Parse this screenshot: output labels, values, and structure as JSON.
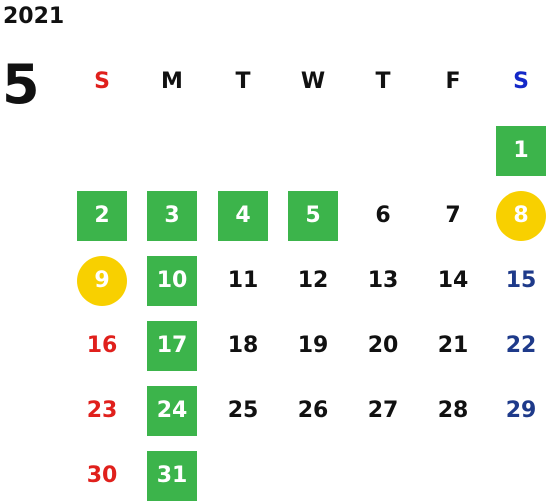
{
  "calendar": {
    "year": "2021",
    "month": "5",
    "weekdays": [
      "S",
      "M",
      "T",
      "W",
      "T",
      "F",
      "S"
    ],
    "weekday_colors": [
      "#e0201c",
      "#111111",
      "#111111",
      "#111111",
      "#111111",
      "#111111",
      "#1428c8"
    ],
    "first_weekday_index": 6,
    "days_in_month": 31,
    "green_days": [
      1,
      2,
      3,
      4,
      5,
      10,
      17,
      24,
      31
    ],
    "yellow_circle_days": [
      8,
      9
    ],
    "colors": {
      "green": "#3cb44b",
      "yellow": "#f8d000",
      "sunday": "#e0201c",
      "saturday": "#1e3a8a"
    }
  }
}
